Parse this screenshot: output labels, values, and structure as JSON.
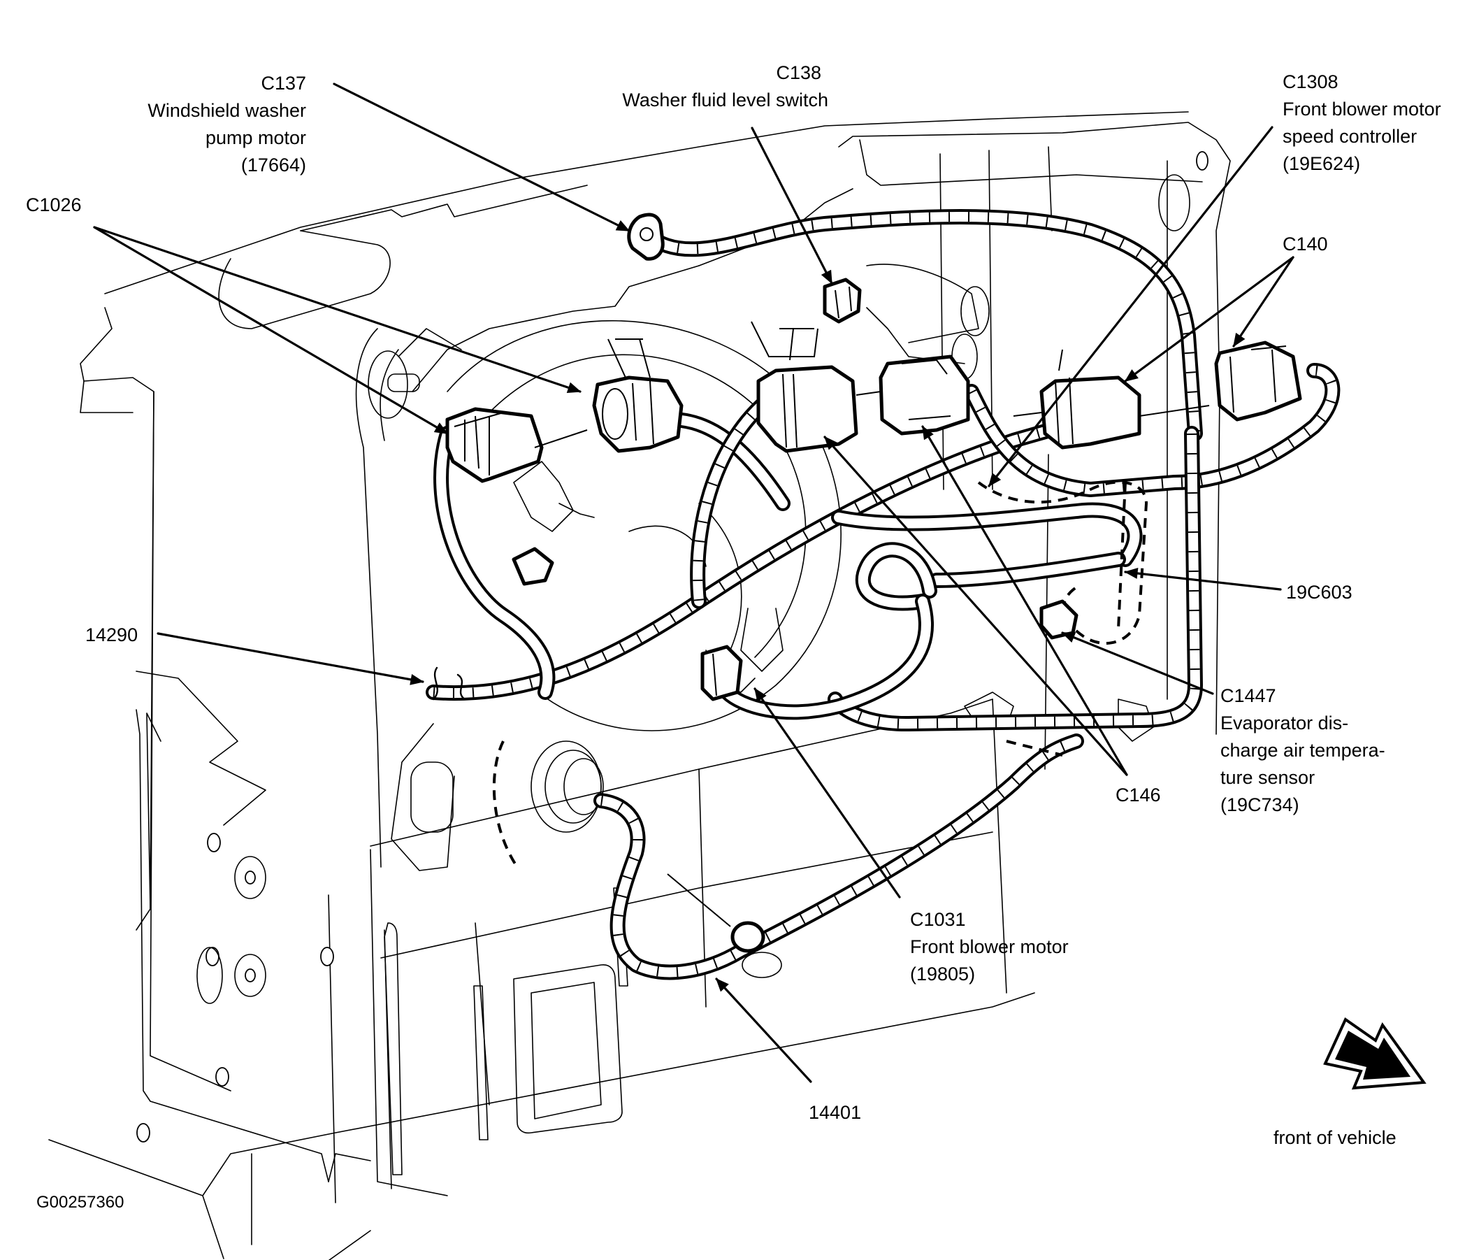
{
  "figure_id": "G00257360",
  "orientation": {
    "icon": "front-direction-arrow-icon",
    "label": "front of vehicle"
  },
  "callouts": [
    {
      "id": "C137",
      "lines": [
        "C137",
        "Windshield washer",
        "pump motor",
        "(17664)"
      ]
    },
    {
      "id": "C138",
      "lines": [
        "C138",
        "Washer fluid level switch"
      ]
    },
    {
      "id": "C1308",
      "lines": [
        "C1308",
        "Front blower motor",
        "speed controller",
        "(19E624)"
      ]
    },
    {
      "id": "C1026",
      "lines": [
        "C1026"
      ]
    },
    {
      "id": "C140",
      "lines": [
        "C140"
      ]
    },
    {
      "id": "14290",
      "lines": [
        "14290"
      ]
    },
    {
      "id": "19C603",
      "lines": [
        "19C603"
      ]
    },
    {
      "id": "C1447",
      "lines": [
        "C1447",
        "Evaporator dis-",
        "charge air tempera-",
        "ture sensor",
        "(19C734)"
      ]
    },
    {
      "id": "C146",
      "lines": [
        "C146"
      ]
    },
    {
      "id": "C1031",
      "lines": [
        "C1031",
        "Front blower motor",
        "(19805)"
      ]
    },
    {
      "id": "14401",
      "lines": [
        "14401"
      ]
    }
  ]
}
